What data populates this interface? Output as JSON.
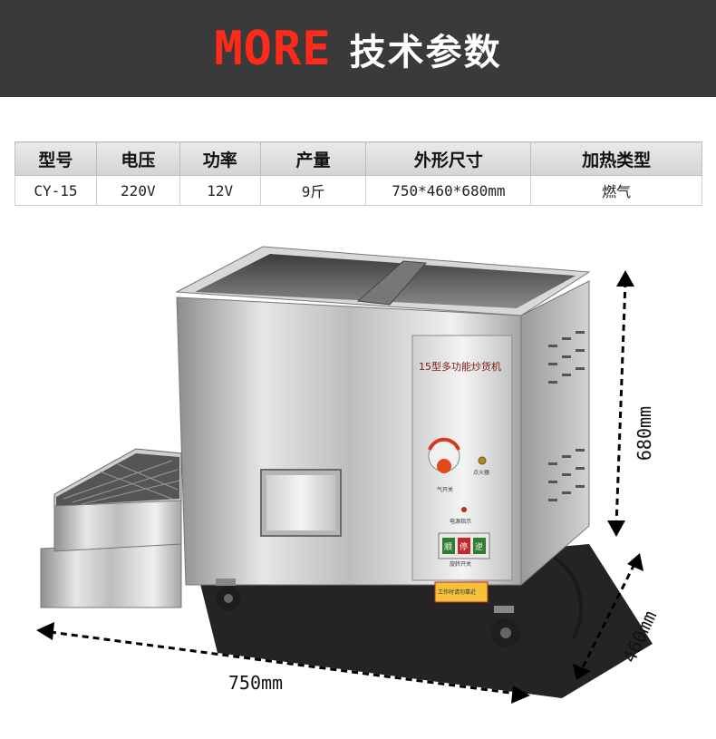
{
  "header": {
    "highlight": "MORE",
    "title": "技术参数",
    "highlight_color": "#ff2a1a",
    "background_color": "#3a3a3a"
  },
  "specs": {
    "headers": [
      "型号",
      "电压",
      "功率",
      "产量",
      "外形尺寸",
      "加热类型"
    ],
    "values": [
      "CY-15",
      "220V",
      "12V",
      "9斤",
      "750*460*680mm",
      "燃气"
    ]
  },
  "product": {
    "panel_title": "15型多功能炒货机",
    "knob_label": "气开关",
    "ignite_label": "点火器",
    "power_label": "电源指示",
    "switch_label": "旋转开关",
    "btn_left": "顺",
    "btn_mid": "停",
    "btn_right": "逆",
    "warning_label": "工作时请勿靠近"
  },
  "dimensions": {
    "width": "750mm",
    "depth": "460mm",
    "height": "680mm"
  }
}
